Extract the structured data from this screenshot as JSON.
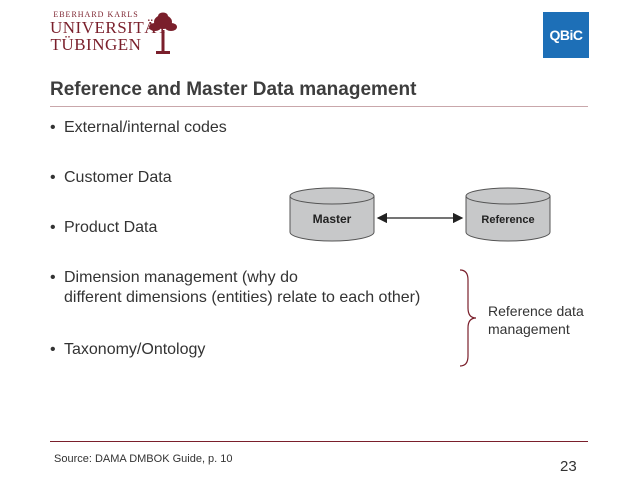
{
  "header": {
    "uni_logo": {
      "line1": "EBERHARD KARLS",
      "line2": "UNIVERSITÄT",
      "line3": "TÜBINGEN"
    },
    "qbic_logo": "QBiC"
  },
  "title": "Reference and Master Data management",
  "bullets": [
    {
      "text": "External/internal codes"
    },
    {
      "text": "Customer Data"
    },
    {
      "text": "Product Data"
    },
    {
      "text": "Dimension management (why do",
      "continuation": "different dimensions (entities) relate to each other)"
    },
    {
      "text": "Taxonomy/Ontology"
    }
  ],
  "bullet_glyph": "•",
  "diagram": {
    "left_label": "Master",
    "right_label": "Reference"
  },
  "ref_note": {
    "line1": "Reference data",
    "line2": "management"
  },
  "footer": {
    "source": "Source: DAMA DMBOK Guide, p. 10",
    "page_number": "23"
  },
  "colors": {
    "brand_red": "#7a1f2b",
    "qbic_blue": "#1d6fb7",
    "cylinder_fill": "#c7c8c9"
  }
}
